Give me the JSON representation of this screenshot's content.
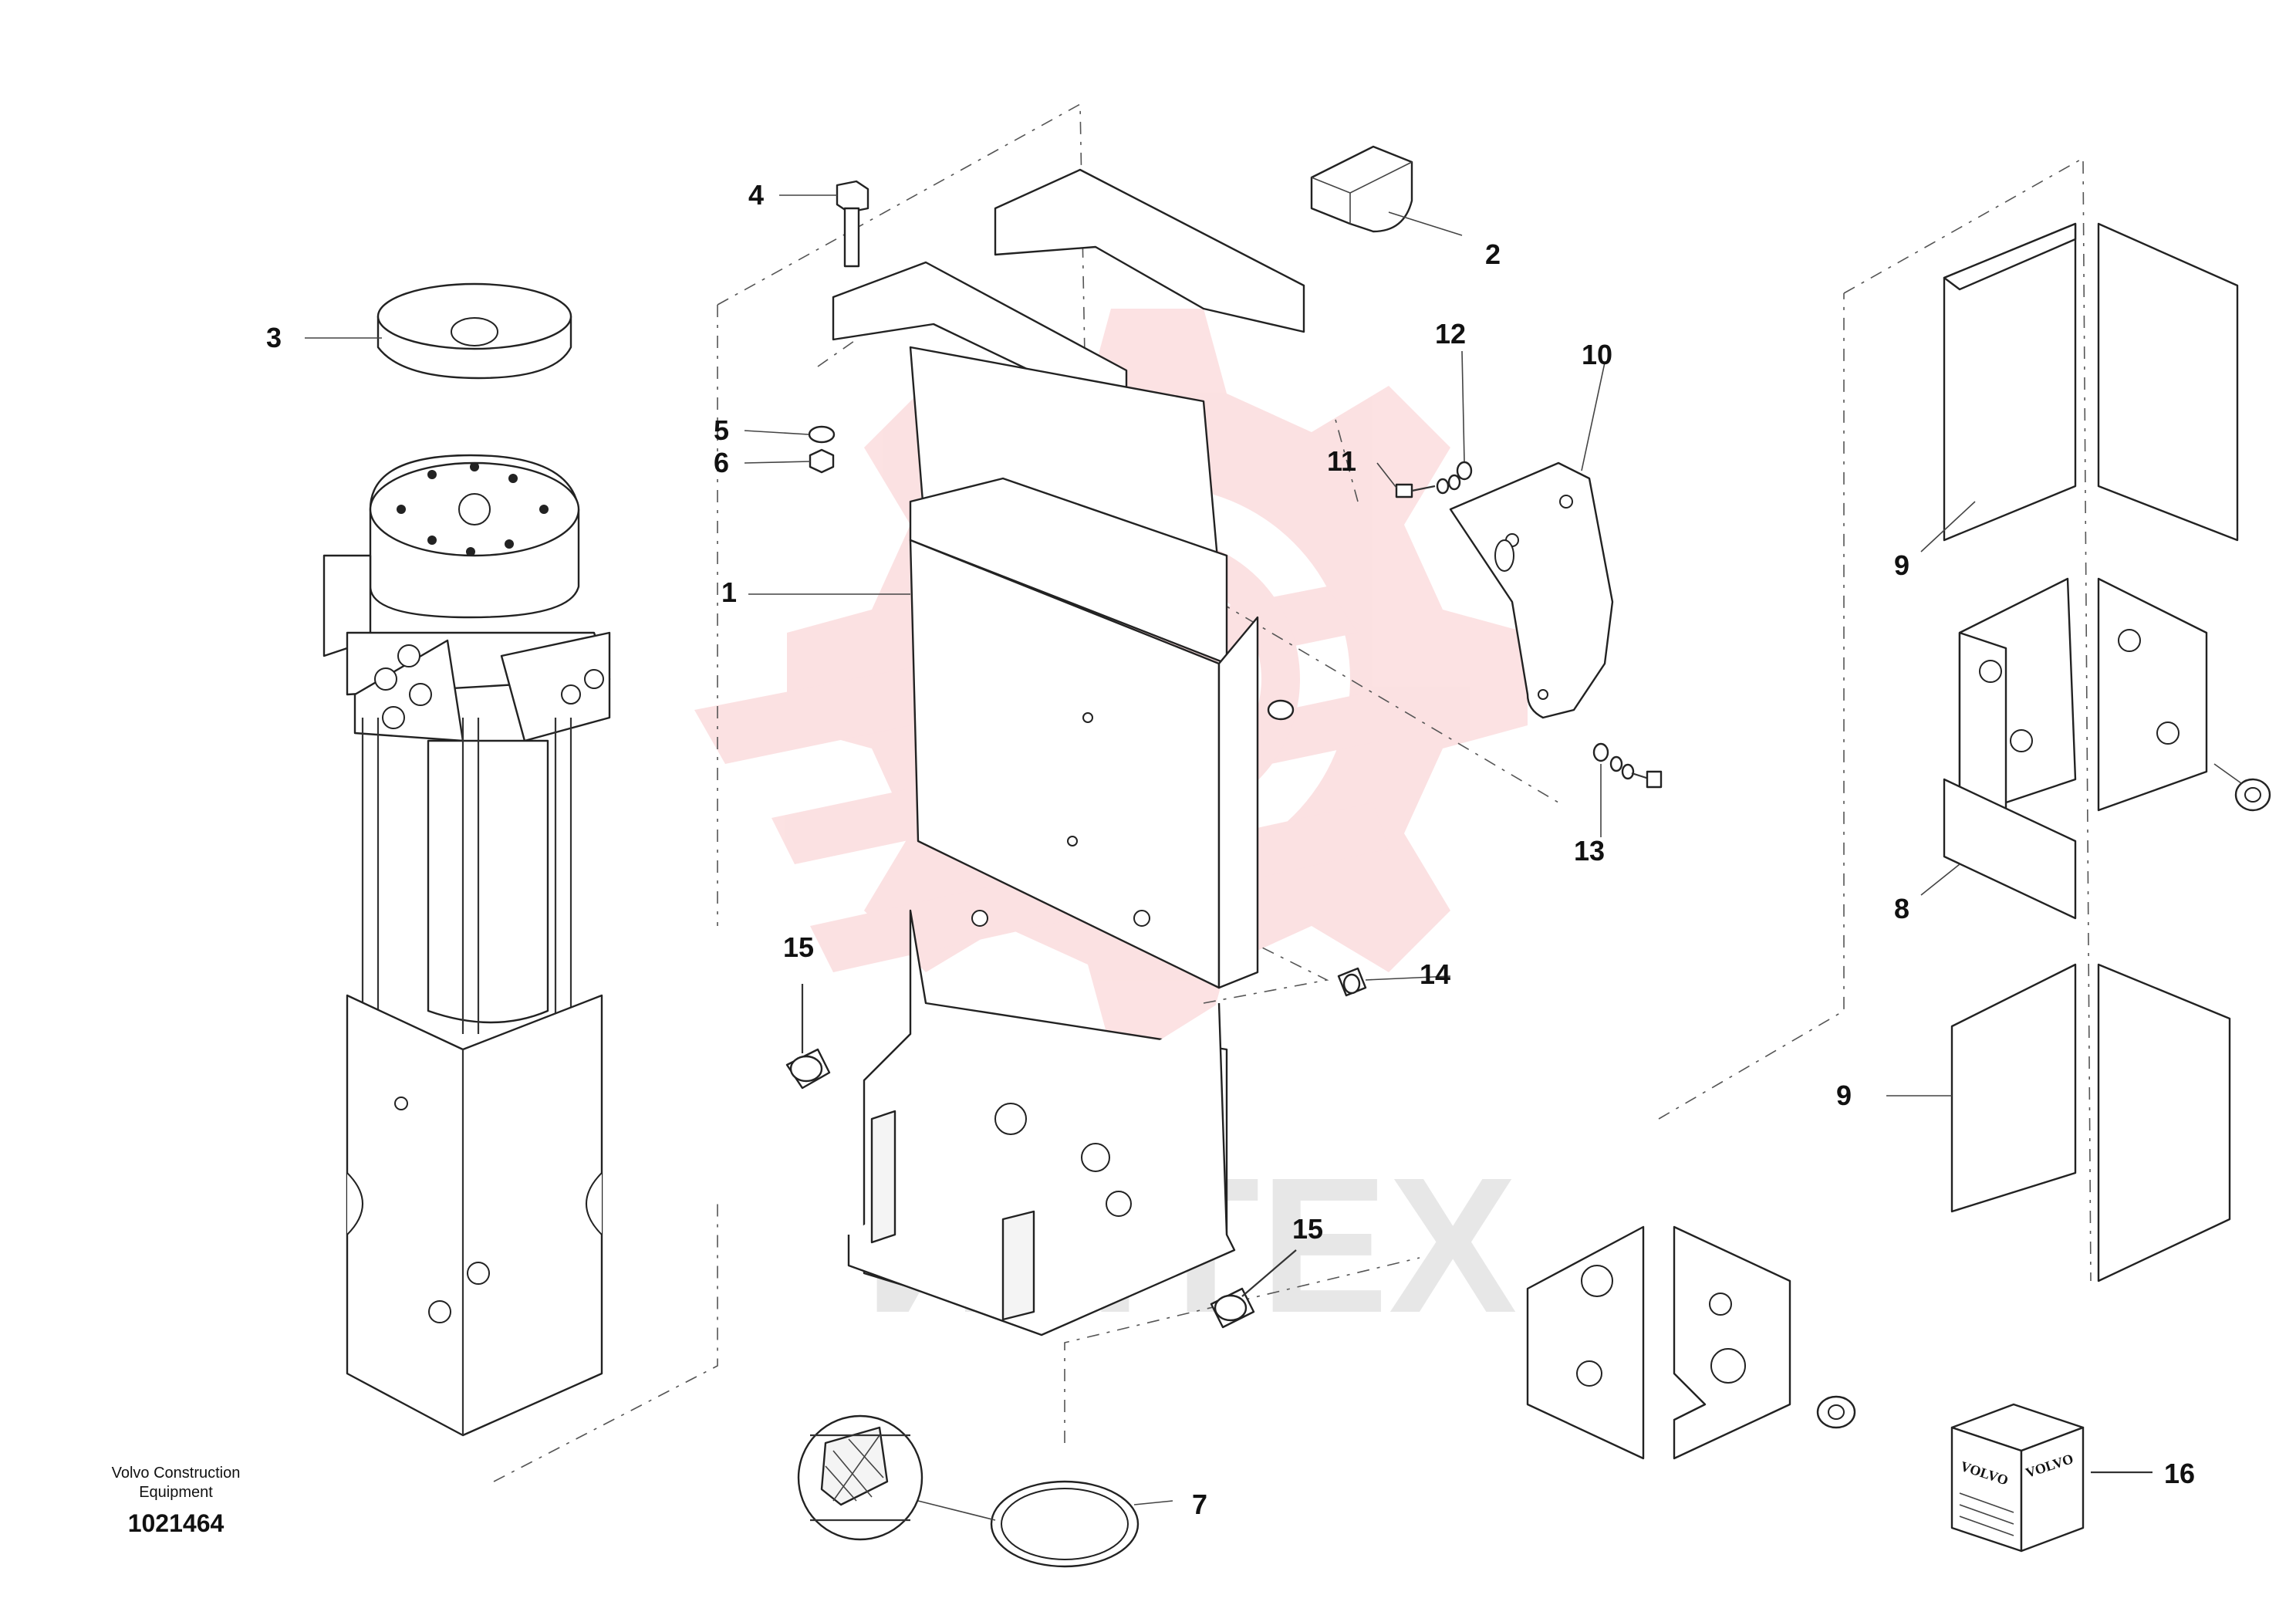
{
  "watermark": {
    "text": "ИНТЕХ",
    "color": "#e8303a"
  },
  "callouts": [
    {
      "id": "c1",
      "text": "1"
    },
    {
      "id": "c2",
      "text": "2"
    },
    {
      "id": "c3",
      "text": "3"
    },
    {
      "id": "c4",
      "text": "4"
    },
    {
      "id": "c5",
      "text": "5"
    },
    {
      "id": "c6",
      "text": "6"
    },
    {
      "id": "c7",
      "text": "7"
    },
    {
      "id": "c8",
      "text": "8"
    },
    {
      "id": "c9a",
      "text": "9"
    },
    {
      "id": "c9b",
      "text": "9"
    },
    {
      "id": "c10",
      "text": "10"
    },
    {
      "id": "c11",
      "text": "11"
    },
    {
      "id": "c12",
      "text": "12"
    },
    {
      "id": "c13",
      "text": "13"
    },
    {
      "id": "c14",
      "text": "14"
    },
    {
      "id": "c15a",
      "text": "15"
    },
    {
      "id": "c15b",
      "text": "15"
    },
    {
      "id": "c16",
      "text": "16"
    }
  ],
  "footer": {
    "company_line1": "Volvo Construction",
    "company_line2": "Equipment",
    "drawing_number": "1021464"
  },
  "kit_box": {
    "brand": "VOLVO"
  }
}
